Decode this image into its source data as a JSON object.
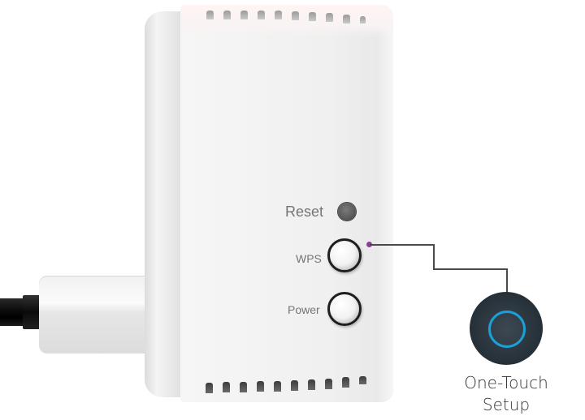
{
  "product": {
    "description": "White plug-in Wi-Fi extender side view with buttons",
    "buttons": [
      {
        "label": "Reset",
        "type": "pinhole"
      },
      {
        "label": "WPS",
        "type": "round"
      },
      {
        "label": "Power",
        "type": "round"
      }
    ]
  },
  "callout": {
    "points_to": "WPS",
    "title_line1": "One-Touch",
    "title_line2": "Setup",
    "dot_color": "#8a3f97",
    "ring_color": "#1ba0d8",
    "badge_color": "#2b363f"
  },
  "colors": {
    "device_body": "#f0f0f0",
    "label_text": "#757575",
    "cable": "#0d0d0d"
  }
}
